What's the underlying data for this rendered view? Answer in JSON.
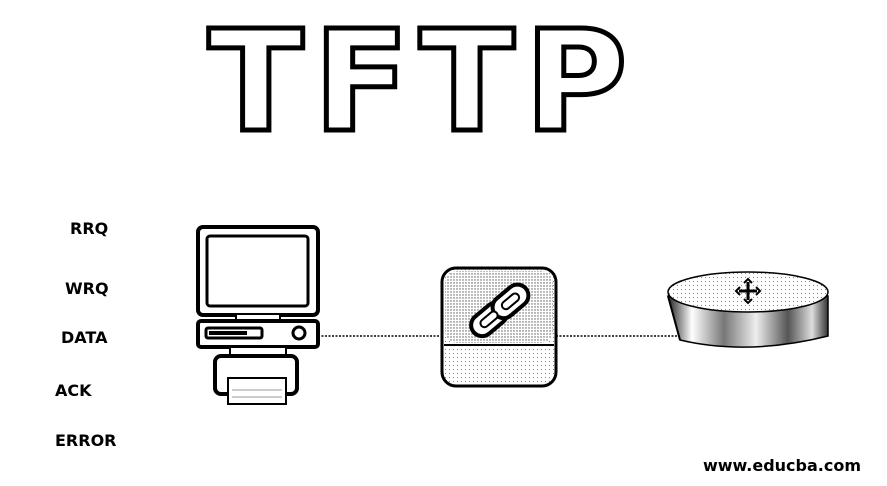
{
  "title": "TFTP",
  "messages": {
    "rrq": "RRQ",
    "wrq": "WRQ",
    "data": "DATA",
    "ack": "ACK",
    "error": "ERROR"
  },
  "nodes": {
    "client": "computer-icon",
    "link": "chain-link-icon",
    "server": "disk-drive-icon"
  },
  "watermark": "www.educba.com"
}
